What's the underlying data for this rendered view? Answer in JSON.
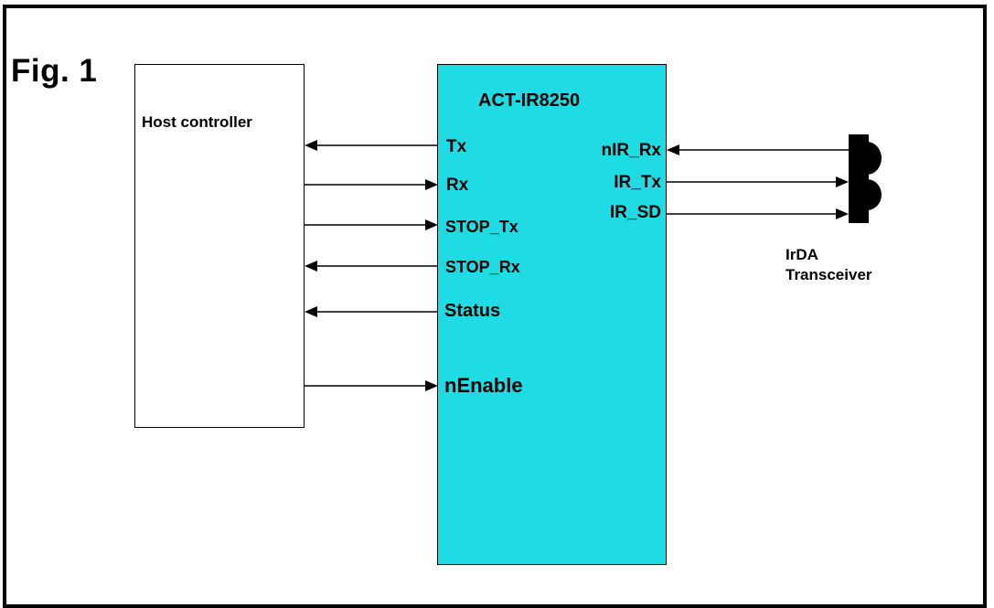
{
  "figure": {
    "label": "Fig. 1"
  },
  "host": {
    "title": "Host controller"
  },
  "chip": {
    "title": "ACT-IR8250",
    "left_pins": {
      "tx": "Tx",
      "rx": "Rx",
      "stop_tx": "STOP_Tx",
      "stop_rx": "STOP_Rx",
      "status": "Status",
      "nenable": "nEnable"
    },
    "right_pins": {
      "nir_rx": "nIR_Rx",
      "ir_tx": "IR_Tx",
      "ir_sd": "IR_SD"
    }
  },
  "transceiver": {
    "label_line1": "IrDA",
    "label_line2": "Transceiver"
  }
}
